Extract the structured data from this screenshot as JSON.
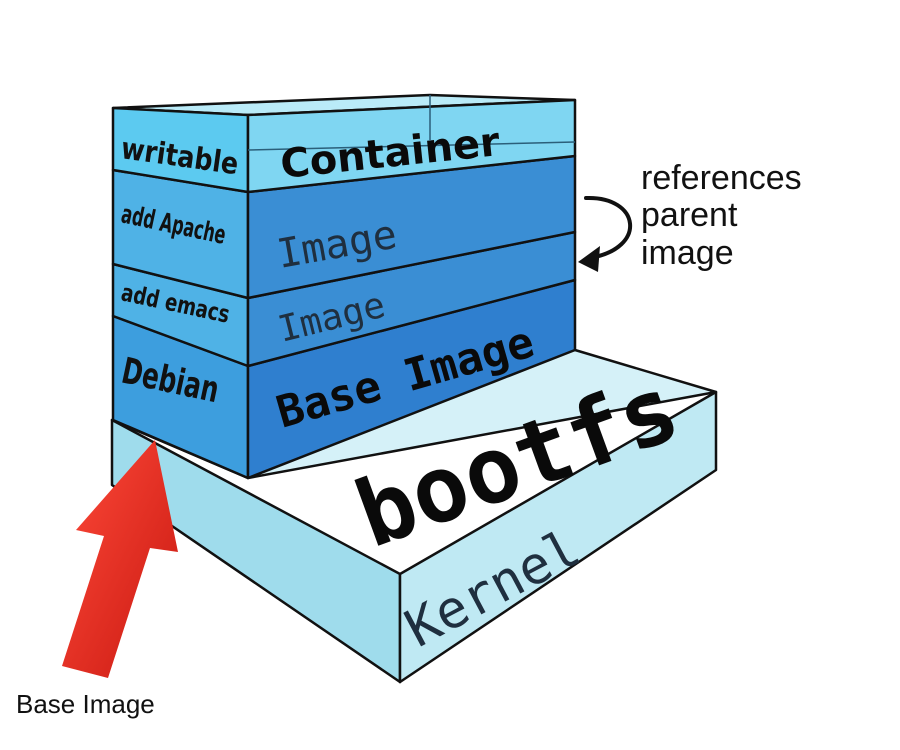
{
  "diagram": {
    "layers": {
      "writable": {
        "side_label": "writable",
        "front_label": "Container"
      },
      "apache": {
        "side_label": "add Apache",
        "front_label": "Image"
      },
      "emacs": {
        "side_label": "add emacs",
        "front_label": "Image"
      },
      "debian": {
        "side_label": "Debian",
        "front_label": "Base Image"
      },
      "bootfs": {
        "label": "bootfs"
      },
      "kernel": {
        "label": "Kernel"
      }
    },
    "annotations": {
      "references": {
        "lines": [
          "references",
          "parent",
          "image"
        ]
      },
      "base_image_caption": "Base Image"
    },
    "colors": {
      "writable_front": "#7fd6f2",
      "writable_side": "#5ccaf0",
      "image_front": "#3a8ed4",
      "image_side": "#4fb2e6",
      "base_front": "#2f7fcf",
      "base_side": "#3d9ede",
      "slab": "#c8ecf4",
      "arrow": "#e8281e"
    }
  }
}
